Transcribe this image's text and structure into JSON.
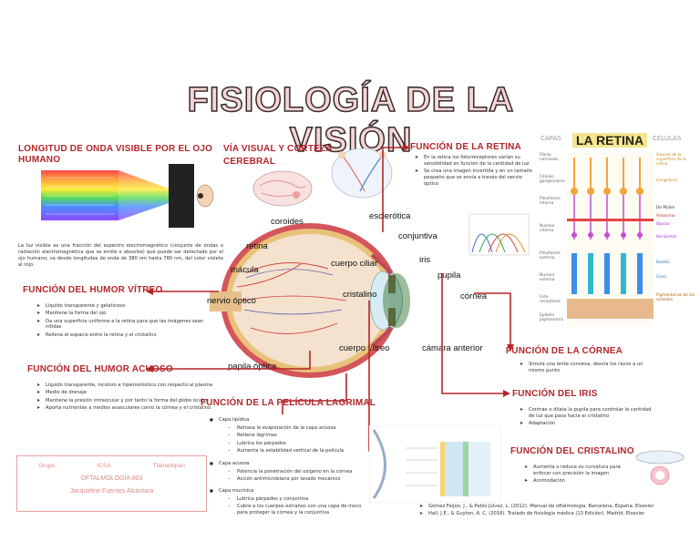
{
  "title": "FISIOLOGÍA DE LA VISIÓN",
  "longitud": {
    "title": "LONGITUD DE ONDA VISIBLE POR EL OJO HUMANO",
    "text": "La luz visible es una fracción del espectro electromagnético (conjunto de ondas o radiación electromagnética que se emite o absorbe) que puede ser detectado por el ojo humano; va desde longitudes de onda de 380 nm hasta 780 nm, del color violeta al rojo."
  },
  "via": {
    "title_1": "VÍA VISUAL Y CORTEZA",
    "title_2": "CEREBRAL"
  },
  "vitreo": {
    "title": "FUNCIÓN DEL HUMOR VÍTREO",
    "items": [
      "Líquido transparente y gelatinoso",
      "Mantiene la forma del ojo",
      "Da una superficie uniforme a la retina para que las imágenes sean nítidas",
      "Rellena el espacio entre la retina y el cristalino"
    ]
  },
  "acuoso": {
    "title": "FUNCIÓN DEL HUMOR ACUOSO",
    "items": [
      "Líquido transparente, incoloro e hiperosmótico con respecto al plasma",
      "Medio de drenaje",
      "Mantiene la presión intraocular y por tanto la forma del globo ocular",
      "Aporta nutrientes a medios avasculares como la córnea y el cristalino"
    ]
  },
  "author": {
    "line1_a": "Grupo",
    "line1_b": "ICSA",
    "line1_c": "Tlahuelilpan",
    "line2": "OFTALMOLOGÍA 803",
    "line3": "Jacqueline Fuentes Alcántara"
  },
  "eye": {
    "coroides": "coroides",
    "esclerotica": "esclerótica",
    "conjuntiva": "conjuntiva",
    "retina": "retina",
    "macula": "mácula",
    "cuerpo_ciliar": "cuerpo ciliar",
    "iris": "iris",
    "pupila": "pupila",
    "nervio": "nervio óptico",
    "cristalino": "cristalino",
    "cornea": "córnea",
    "vitreo": "cuerpo vítreo",
    "camara": "cámara anterior",
    "papila": "papila óptica"
  },
  "retina_fn": {
    "title": "FUNCIÓN DE LA RETINA",
    "items": [
      "En la retina los fotorreceptores varían su sensibilidad en función de la cantidad de luz",
      "Se crea una imagen invertida y en un tamaño pequeño que se envía a través del nervio óptico"
    ]
  },
  "retina_diagram": {
    "title": "LA RETINA",
    "capas": "CAPAS",
    "celulas": "CÉLULAS",
    "layers": [
      "Fibras nerviosas",
      "Células ganglionares",
      "Plexiforme interna",
      "Nuclear interna",
      "Plexiforme externa",
      "Nuclear externa",
      "Foto-receptores",
      "Epitelio pigmentario"
    ],
    "cells": [
      "Axones de la superficie de la retina",
      "Ganglionar",
      "De Müller",
      "Amacrina",
      "Bipolar",
      "Horizontal",
      "Bastón",
      "Cono",
      "Pigmentarias de los coroides"
    ],
    "colors": {
      "ganglion": "#f2a53a",
      "bipolar": "#c44fd6",
      "rod": "#3d8ee8",
      "cone": "#2fb8d0",
      "amacrine": "#e34444",
      "pigment": "#e7b98c"
    }
  },
  "cornea_fn": {
    "title": "FUNCIÓN DE LA CÓRNEA",
    "items": [
      "Simula una lente convexa, desvía los rayos a un mismo punto"
    ]
  },
  "iris_fn": {
    "title": "FUNCIÓN DEL IRIS",
    "items": [
      "Contrae o dilata la pupila para controlar la cantidad de luz que pasa hacia el cristalino",
      "Adaptación"
    ]
  },
  "cristalino_fn": {
    "title": "FUNCIÓN DEL CRISTALINO",
    "items": [
      "Aumenta o reduce su curvatura para enfocar con precisión la imagen",
      "Acomodación"
    ]
  },
  "lagrimal": {
    "title": "FUNCIÓN DE LA PELÍCULA LAGRIMAL",
    "capa1": "Capa lipídica",
    "capa1_items": [
      "Retrasa la evaporación de la capa acuosa",
      "Retiene lágrimas",
      "Lubrica los párpados",
      "Aumenta la estabilidad vertical de la película"
    ],
    "capa2": "Capa acuosa",
    "capa2_items": [
      "Potencia la penetración del oxígeno en la córnea",
      "Acción antimicrobiana por lavado mecánico"
    ],
    "capa3": "Capa mucínica",
    "capa3_items": [
      "Lubrica párpados y conjuntiva",
      "Cubre a los cuerpos extraños con una capa de moco para proteger la córnea y la conjuntiva"
    ]
  },
  "refs": [
    "Gómez Feijóo, J., & Pablo Júlvez, L. (2012). Manual de oftalmología. Barcelona, España: Elsevier",
    "Hall, J.E., & Guyton, A. C. (2016). Tratado de fisiología médica (13 Edición). Madrid, Elsevier"
  ]
}
